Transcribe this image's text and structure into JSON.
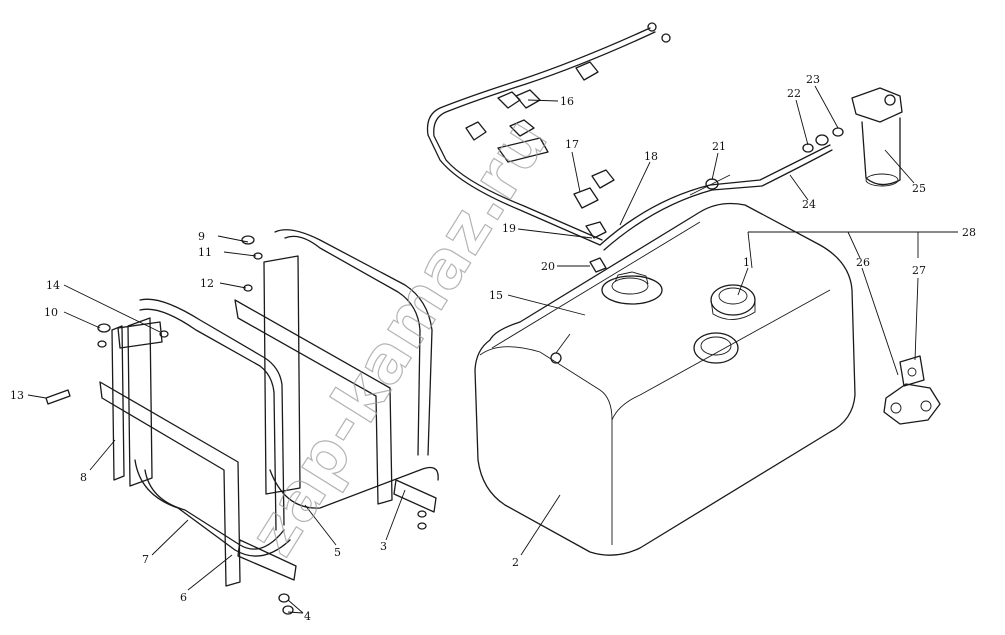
{
  "diagram": {
    "callouts": [
      "1",
      "2",
      "3",
      "4",
      "5",
      "6",
      "7",
      "8",
      "9",
      "10",
      "11",
      "12",
      "13",
      "14",
      "15",
      "16",
      "17",
      "18",
      "19",
      "20",
      "21",
      "22",
      "23",
      "24",
      "25",
      "26",
      "27",
      "28"
    ],
    "watermark": "zap-kamaz.ru"
  }
}
